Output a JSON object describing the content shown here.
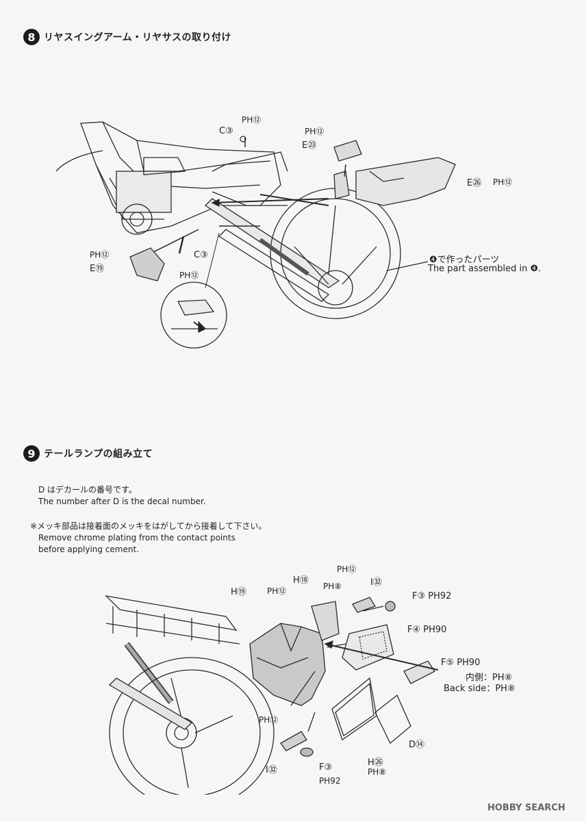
{
  "step8": {
    "number": "8",
    "title": "リヤスイングアーム・リヤサスの取り付け",
    "labels": {
      "c3_top": "C③",
      "ph12_c3_top": "PH⑫",
      "ph12_e23": "PH⑫",
      "e23": "E㉓",
      "e26": "E㉖",
      "ph12_e26": "PH⑫",
      "ph12_e19": "PH⑫",
      "e19": "E⑲",
      "c3_bottom": "C③",
      "ph12_c3_bottom": "PH⑫",
      "assembled_jp": "❹で作ったパーツ",
      "assembled_en": "The part assembled in ❹."
    }
  },
  "step9": {
    "number": "9",
    "title": "テールランプの組み立て",
    "decal_note_jp": "D はデカールの番号です。",
    "decal_note_en": "The number after D is the decal number.",
    "chrome_note_jp": "※メッキ部品は接着面のメッキをはがしてから接着して下さい。",
    "chrome_note_en_1": "Remove chrome plating from the contact points",
    "chrome_note_en_2": "before applying cement.",
    "labels": {
      "h19": "H⑲",
      "h18": "H⑱",
      "ph12_a": "PH⑫",
      "ph12_b": "PH⑫",
      "ph8_a": "PH⑧",
      "i32_top": "I㉜",
      "f3_top": "F③ PH92",
      "f4": "F④ PH90",
      "f5": "F⑤ PH90",
      "back_side_jp": "内側：PH⑧",
      "back_side_en": "Back side：PH⑧",
      "ph12_c": "PH⑫",
      "d14": "D⑭",
      "i32_bottom": "I㉜",
      "f3_bottom": "F③",
      "ph92": "PH92",
      "h26": "H㉖",
      "ph8_b": "PH⑧"
    }
  },
  "watermark": "HOBBY SEARCH"
}
